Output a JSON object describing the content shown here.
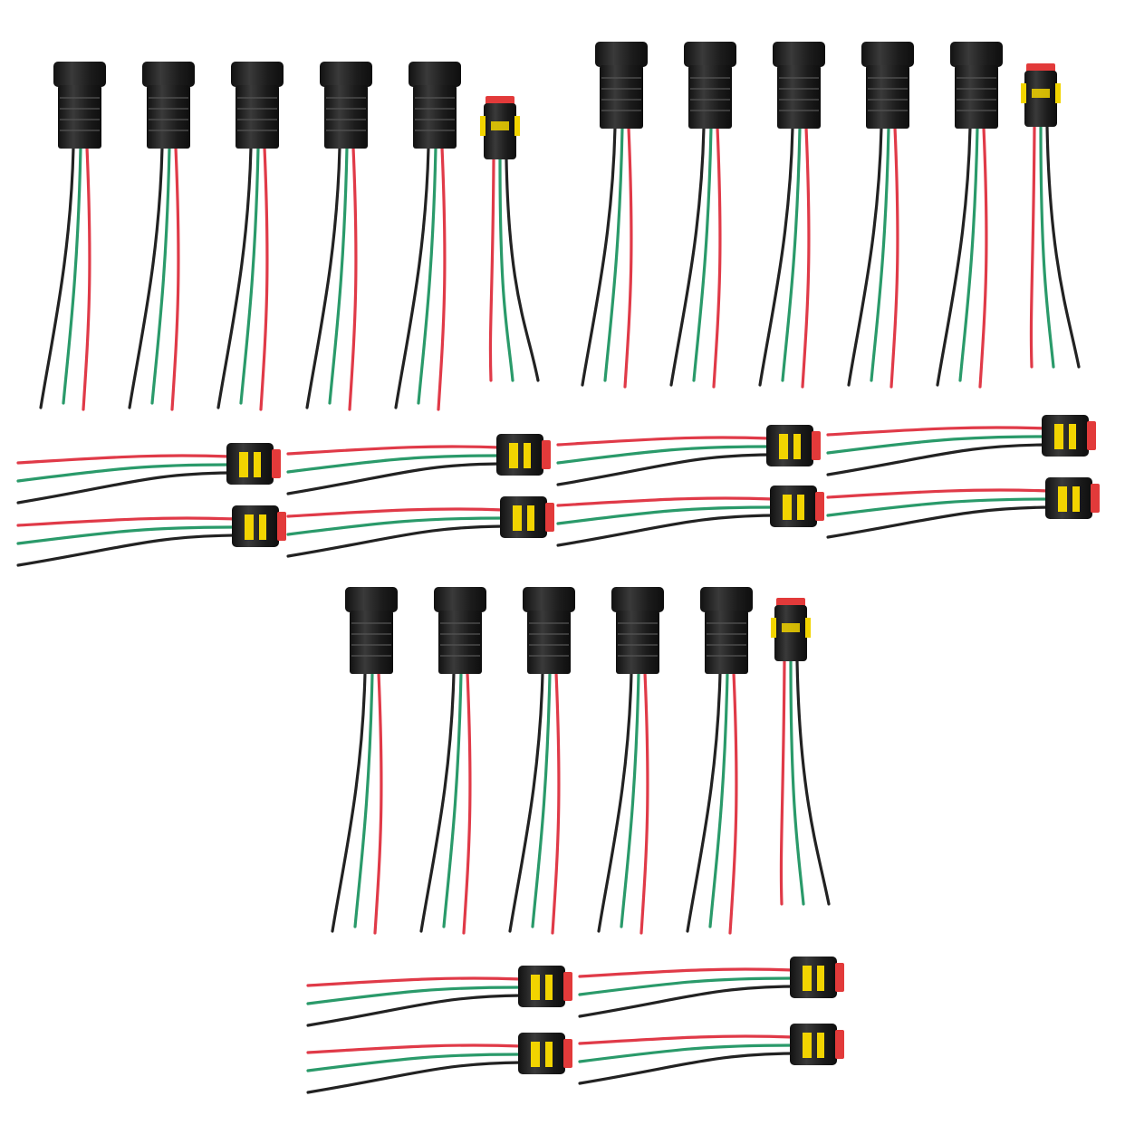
{
  "image": {
    "background": "#ffffff",
    "palette": {
      "housing": "#1c1c1c",
      "housing_light": "#3a3a3a",
      "seal": "#f2d400",
      "plug_red": "#e23a3a",
      "wire_red": "#e03a48",
      "wire_green": "#2a9a6a",
      "wire_black": "#222222"
    },
    "groups": [
      {
        "name": "vertical-row-top-left",
        "male_connector_count": 5,
        "female_connector_count": 1,
        "wire_colors": [
          "black",
          "green",
          "red"
        ]
      },
      {
        "name": "vertical-row-top-right",
        "male_connector_count": 5,
        "female_connector_count": 1,
        "wire_colors": [
          "black",
          "green",
          "red"
        ]
      },
      {
        "name": "horizontal-grid-middle",
        "female_connector_count": 8,
        "wire_colors": [
          "red",
          "green",
          "black"
        ]
      },
      {
        "name": "vertical-row-bottom",
        "male_connector_count": 5,
        "female_connector_count": 1,
        "wire_colors": [
          "black",
          "green",
          "red"
        ]
      },
      {
        "name": "horizontal-grid-bottom",
        "female_connector_count": 4,
        "wire_colors": [
          "red",
          "green",
          "black"
        ]
      }
    ]
  }
}
